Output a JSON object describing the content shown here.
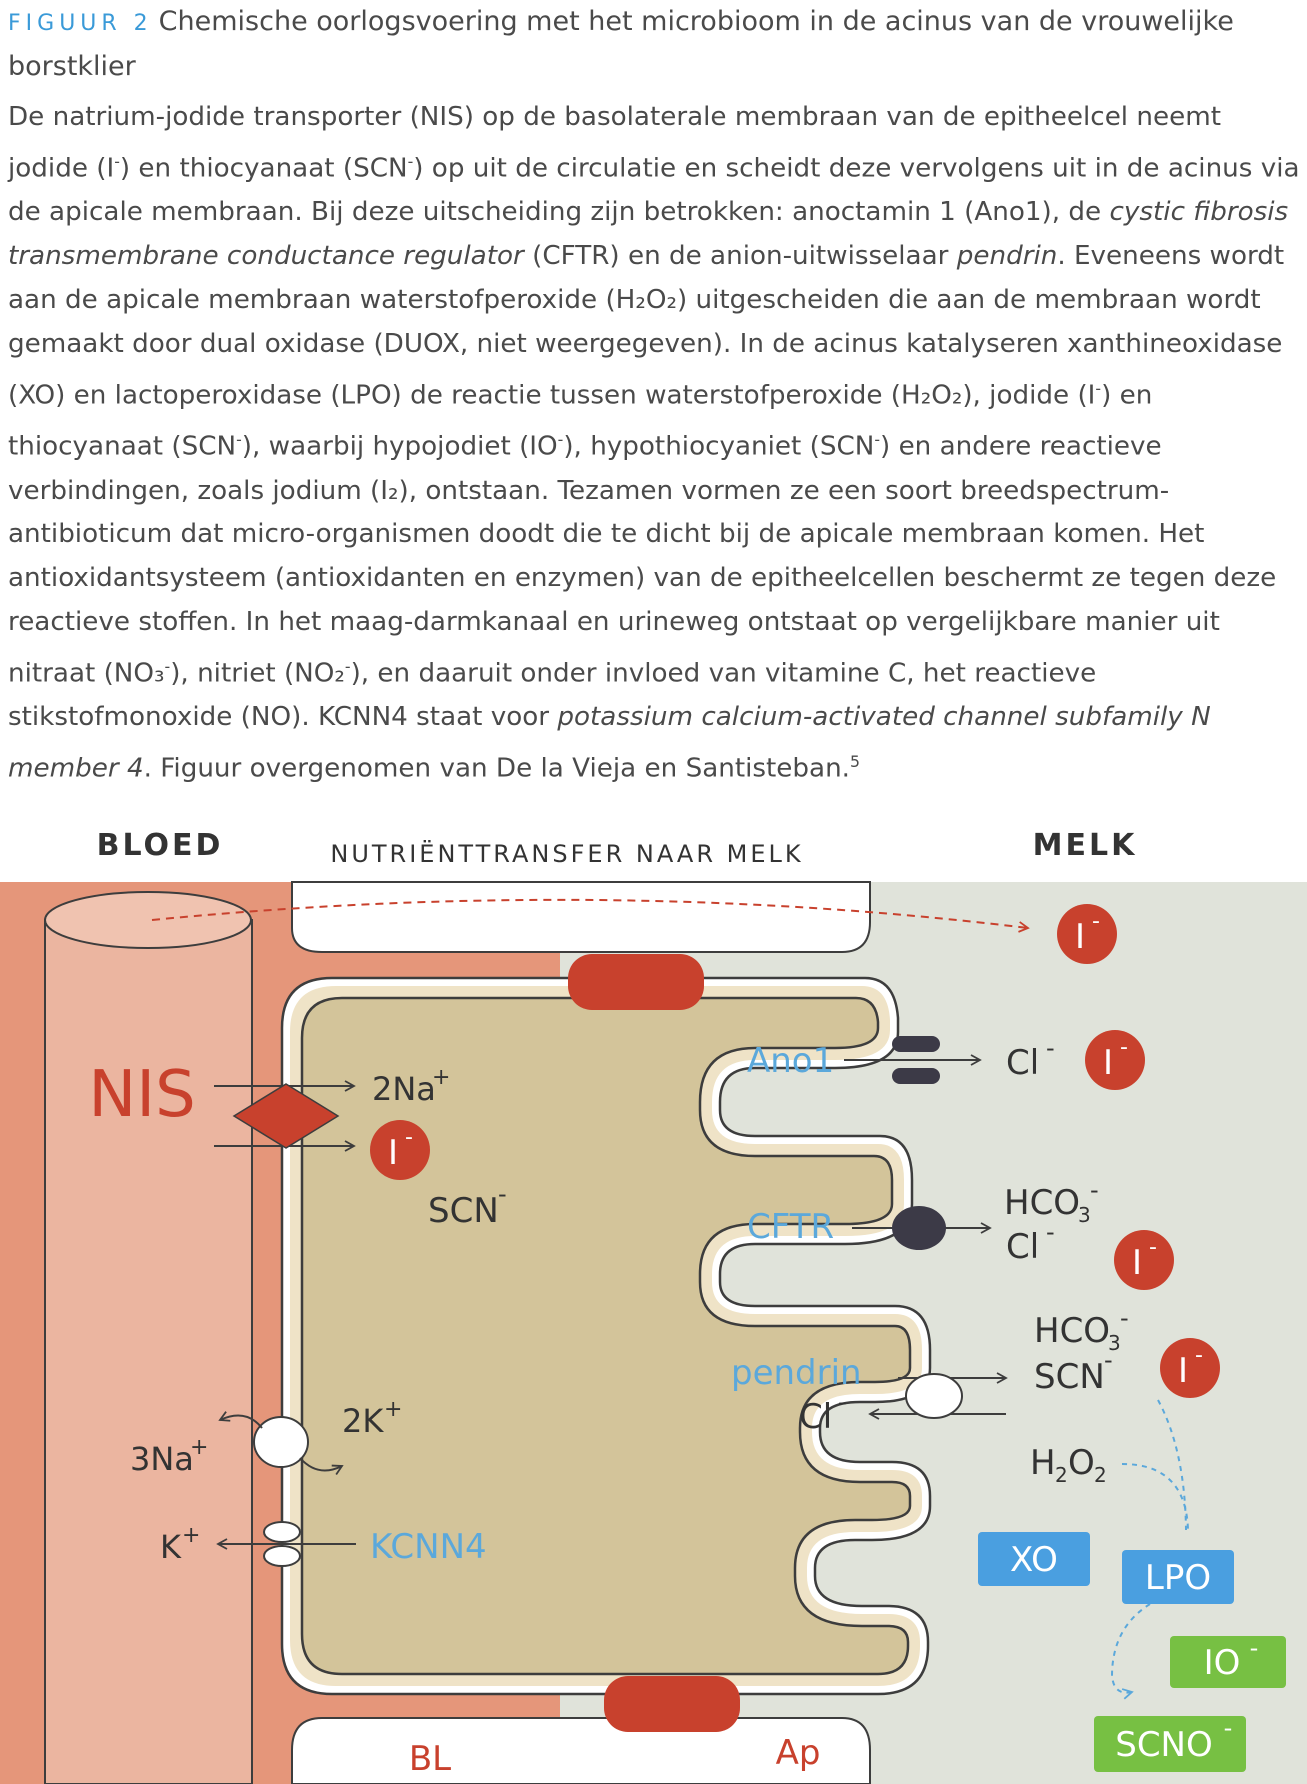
{
  "caption": {
    "label": "FIGUUR 2",
    "title": "Chemische oorlogsvoering met het microbioom in de acinus van de vrouwelijke borstklier",
    "body": {
      "s1": "De natrium-jodide transporter (NIS) op de basolaterale membraan van de epitheelcel neemt jodide (I",
      "s2": ") en thiocyanaat (SCN",
      "s3": ") op uit de circulatie en scheidt deze vervolgens uit in de acinus via de apicale membraan. Bij deze uitscheiding zijn betrokken: anoctamin 1 (Ano1), de ",
      "i1": "cystic fibrosis transmembrane conductance regulator",
      "s4": " (CFTR) en de anion-uitwisselaar ",
      "i2": "pendrin",
      "s5": ". Eveneens wordt aan de apicale membraan waterstofperoxide (H₂O₂) uitgescheiden die aan de membraan wordt gemaakt door dual oxidase (DUOX, niet weergegeven). In de acinus katalyseren xanthineoxidase (XO) en lactoperoxidase (LPO) de reactie tussen waterstofperoxide (H₂O₂), jodide (I",
      "s6": ") en thiocyanaat (SCN",
      "s7": "), waarbij hypojodiet (IO",
      "s8": "), hypothiocyaniet (SCN",
      "s9": ") en andere reactieve verbindingen, zoals jodium (I₂), ontstaan. Tezamen vormen ze een soort breedspectrum-antibioticum dat micro-organismen doodt die te dicht bij de apicale membraan komen. Het antioxidantsysteem (antioxidanten en enzymen) van de epitheelcellen beschermt ze tegen deze reactieve stoffen. In het maag-darmkanaal en urineweg ontstaat op vergelijkbare manier uit nitraat (NO₃",
      "s10": "), nitriet (NO₂",
      "s11": "), en daaruit onder invloed van vitamine C, het reactieve stikstofmonoxide (NO). KCNN4 staat voor ",
      "i3": "potassium calcium-activated channel subfamily N member 4",
      "s12": ". Figuur overgenomen van De la Vieja en Santisteban.",
      "ref": "5",
      "minus": "-"
    }
  },
  "figure": {
    "headers": {
      "blood": "BLOED",
      "transfer": "NUTRIËNTTRANSFER NAAR MELK",
      "milk": "MELK"
    },
    "nis": "NIS",
    "na2": "2Na",
    "na3": "3Na",
    "k2": "2K",
    "kplus": "K",
    "plus": "+",
    "minus": "-",
    "iodide": "I",
    "scn_cell": "SCN",
    "ano1": "Ano1",
    "cftr": "CFTR",
    "pendrin": "pendrin",
    "kcnn4": "KCNN4",
    "cl": "Cl",
    "hco3": "HCO",
    "sub3": "3",
    "scn_milk": "SCN",
    "h2o2": "H",
    "sub2": "2",
    "o": "O",
    "xo": "XO",
    "lpo": "LPO",
    "io": "IO",
    "scno": "SCNO",
    "bl": "BL",
    "ap": "Ap",
    "colors": {
      "blood_region": "#e5967a",
      "vessel": "#ebb5a0",
      "cell": "#d3c49a",
      "milk_region": "#e0e3da",
      "red": "#c8412d",
      "blue_label": "#5ba8db",
      "blue_box": "#4a9fe0",
      "green_box": "#77c043",
      "channel_dark": "#3c3a47"
    }
  }
}
